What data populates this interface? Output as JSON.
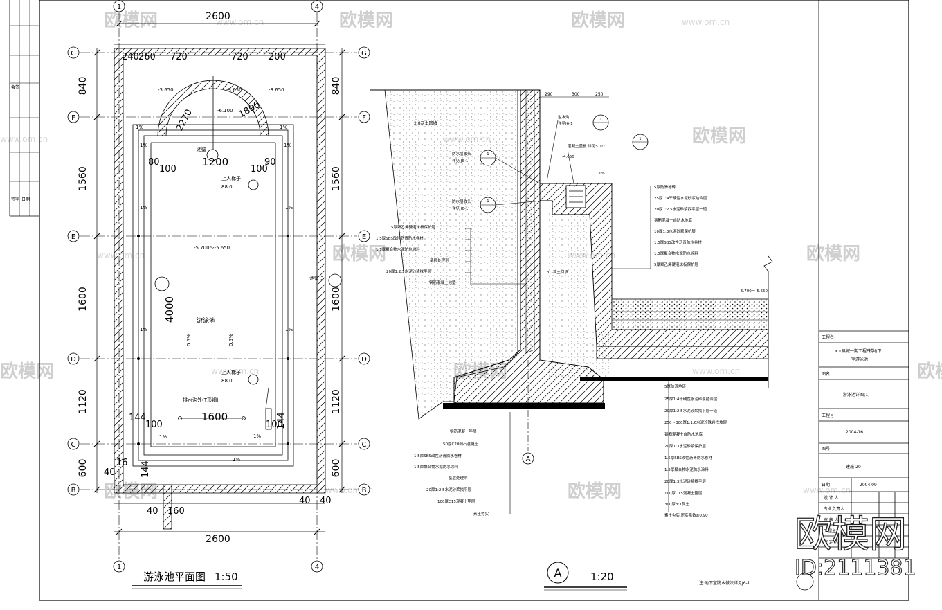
{
  "watermark": {
    "brand": "欧模网",
    "site": "www.om.cn",
    "site_short": "om.cn"
  },
  "logo": {
    "brand": "欧模网",
    "id": "ID:2111381"
  },
  "plan": {
    "title": "游泳池平面图",
    "scale": "1:50",
    "grid_cols": [
      "1",
      "4"
    ],
    "grid_rows": [
      "G",
      "F",
      "E",
      "D",
      "C",
      "B"
    ],
    "dim_width": "2600",
    "dim_top_parts": [
      "240",
      "260",
      "720",
      "720",
      "200"
    ],
    "dim_left": [
      "840",
      "1560",
      "1600",
      "1120",
      "600"
    ],
    "dim_right": [
      "840",
      "1560",
      "1600",
      "1120",
      "600"
    ],
    "dim_bottom_parts": [
      "40",
      "160",
      "40",
      "40"
    ],
    "height_dim": "4000",
    "inner_width": "1200",
    "inner_width2": "1600",
    "dims_small": [
      "80",
      "100",
      "100",
      "90",
      "144",
      "100",
      "100",
      "144",
      "40",
      "16",
      "144",
      "40",
      "40",
      "160"
    ],
    "pool_label": "游泳池",
    "slopes": [
      "1%",
      "1%",
      "1%",
      "1%",
      "1%",
      "1%",
      "1%",
      "1%",
      "1%",
      "1%",
      "1%",
      "0.5%",
      "0.5%"
    ],
    "levels": [
      "-3.650",
      "-3.650",
      "-3.650",
      "-6.100"
    ],
    "level_center": "-5.700～-5.650",
    "section_mark": "A",
    "callouts": [
      "上人梯子",
      "88.0",
      "上人梯子",
      "88.0",
      "排水沟外(T形钢)",
      "池壁 3",
      "池壁"
    ],
    "radius_dims": [
      "2270",
      "1800"
    ]
  },
  "section": {
    "mark": "A",
    "scale": "1:20",
    "top_dims": [
      "290",
      "300",
      "250"
    ],
    "soil_label": "2:8灰土回填",
    "left_layers": [
      "5厚聚乙烯硬泡沫板保护层",
      "1.5厚SBS改性沥青防水卷材",
      "1.5厚聚合物水泥防水涂料",
      "基层处理剂",
      "20厚1:2.5水泥砂浆找平层",
      "钢筋混凝土池壁"
    ],
    "callouts_mid": [
      "防水层收头",
      "详见 J6-1",
      "防水层收头",
      "详见 J6-1",
      "3:7灰土回填",
      "溢水沟",
      "详见J6-1",
      "混凝土盖板 详见S107",
      "-4.050",
      "1%"
    ],
    "right_top_layers": [
      "5厚防滑地砖",
      "25厚1:4干硬性水泥砂浆结合层",
      "20厚1:2.5水泥砂浆找平层一道",
      "钢筋混凝土自防水池底",
      "10厚1:3水泥砂浆保护层",
      "1.5厚SBS改性沥青防水卷材",
      "1.5厚聚合物水泥防水涂料",
      "5厚聚乙烯硬泡沫板保护层"
    ],
    "level_pool": "-5.700～-5.650",
    "bottom_left_layers": [
      "钢筋混凝土垫层",
      "50厚C20细石混凝土",
      "1.5厚SBS改性沥青防水卷材",
      "1.5厚聚合物水泥防水涂料",
      "基层处理剂",
      "20厚1:2.5水泥砂浆找平层",
      "100厚C15混凝土垫层",
      "素土夯实"
    ],
    "bottom_right_layers": [
      "5厚防滑地砖",
      "25厚1:4干硬性水泥砂浆结合层",
      "20厚1:2.5水泥砂浆找平层一道",
      "250～300厚1:1.6水泥珍珠岩找坡层",
      "钢筋混凝土自防水池底",
      "20厚1:3水泥砂浆保护层",
      "1.5厚SBS改性沥青防水卷材",
      "1.5厚聚合物水泥防水涂料",
      "20厚1:3水泥砂浆找平层",
      "100厚C15混凝土垫层",
      "300厚3:7灰土",
      "素土夯实,压实系数≥0.90"
    ],
    "axis_a": "A",
    "note": "注:池下室防水做法详见J6-1"
  },
  "titleblock": {
    "project_label": "工程名",
    "project_name": "××县城一期工程F楼地下",
    "project_name2": "室游泳池",
    "drawing_label": "图名",
    "drawing_name": "游泳池详图(1)",
    "job_label": "工程号",
    "job_no": "2004-16",
    "sheet_label": "图号",
    "sheet_no": "建施-20",
    "date_label": "日期",
    "date": "2004.09",
    "roles": [
      "设 计 人",
      "专业负责人",
      "审 核 人",
      "工程主持人",
      "审 定 人"
    ]
  },
  "left_strip": [
    "会签",
    "签字",
    "日期"
  ]
}
